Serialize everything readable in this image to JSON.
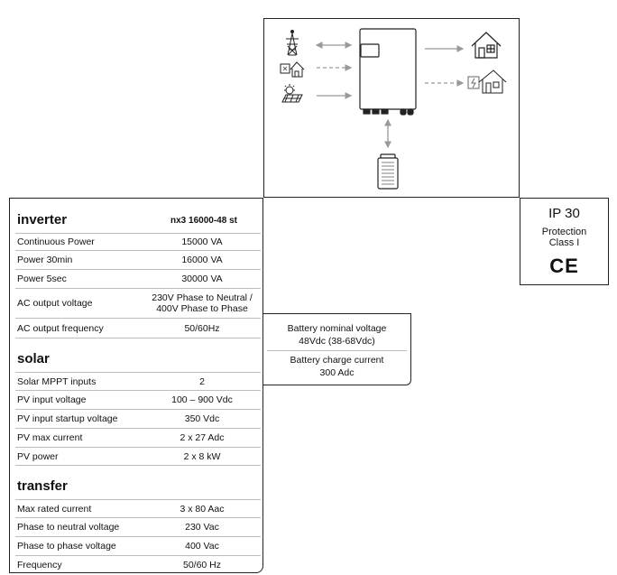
{
  "ip_box": {
    "rating": "IP 30",
    "protection_line1": "Protection",
    "protection_line2": "Class I",
    "mark": "CE"
  },
  "inverter": {
    "heading": "inverter",
    "model": "nx3 16000-48 st",
    "rows": [
      {
        "label": "Continuous Power",
        "value": "15000 VA"
      },
      {
        "label": "Power 30min",
        "value": "16000 VA"
      },
      {
        "label": "Power 5sec",
        "value": "30000 VA"
      },
      {
        "label": "AC output voltage",
        "value_line1": "230V Phase to Neutral /",
        "value_line2": "400V Phase to Phase"
      },
      {
        "label": "AC output frequency",
        "value": "50/60Hz"
      }
    ]
  },
  "solar": {
    "heading": "solar",
    "rows": [
      {
        "label": "Solar MPPT inputs",
        "value": "2"
      },
      {
        "label": "PV input voltage",
        "value": "100 – 900 Vdc"
      },
      {
        "label": "PV input startup voltage",
        "value": "350 Vdc"
      },
      {
        "label": "PV max current",
        "value": "2 x 27 Adc"
      },
      {
        "label": "PV power",
        "value": "2 x 8 kW"
      }
    ]
  },
  "transfer": {
    "heading": "transfer",
    "rows": [
      {
        "label": "Max rated current",
        "value": "3 x 80 Aac"
      },
      {
        "label": "Phase to neutral voltage",
        "value": "230 Vac"
      },
      {
        "label": "Phase to phase voltage",
        "value": "400 Vac"
      },
      {
        "label": "Frequency",
        "value": "50/60 Hz"
      }
    ]
  },
  "battery": {
    "nominal_label": "Battery nominal voltage",
    "nominal_value": "48Vdc (38-68Vdc)",
    "charge_label": "Battery charge current",
    "charge_value": "300 Adc"
  },
  "diagram": {
    "icons": [
      "power-pylon-icon",
      "generator-house-icon",
      "solar-panel-icon",
      "inverter-unit-icon",
      "house-icon",
      "ev-house-icon",
      "battery-icon"
    ]
  }
}
